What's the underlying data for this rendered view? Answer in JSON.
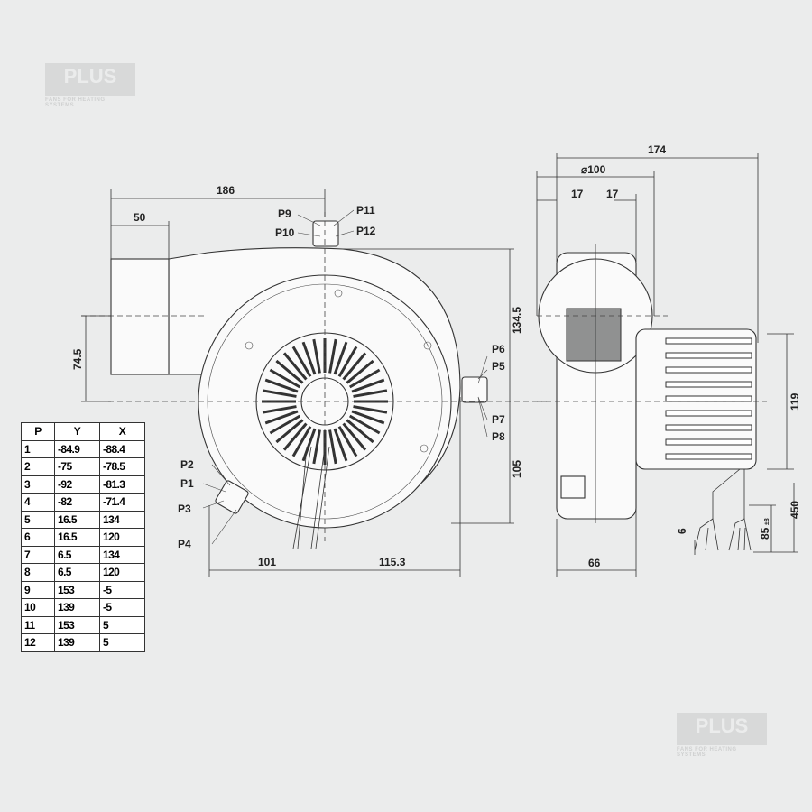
{
  "logo": {
    "mark": "PLUS",
    "tagline": "FANS FOR HEATING SYSTEMS"
  },
  "front_view": {
    "dims": {
      "width_total": "186",
      "inlet_width": "50",
      "inlet_offset": "74.5",
      "height_top": "134.5",
      "height_bottom": "105",
      "left_offset": "101",
      "right_offset": "115.3"
    },
    "points": [
      "P1",
      "P2",
      "P3",
      "P4",
      "P5",
      "P6",
      "P7",
      "P8",
      "P9",
      "P10",
      "P11",
      "P12"
    ]
  },
  "side_view": {
    "dims": {
      "total_depth": "174",
      "diameter": "⌀100",
      "offset_a": "17",
      "offset_b": "17",
      "housing_depth": "66",
      "motor_height": "119",
      "cable_length": "450",
      "lead_length": "85",
      "lead_tolerance": "±8",
      "strip_length": "6"
    }
  },
  "table": {
    "headers": [
      "P",
      "Y",
      "X"
    ],
    "rows": [
      [
        "1",
        "-84.9",
        "-88.4"
      ],
      [
        "2",
        "-75",
        "-78.5"
      ],
      [
        "3",
        "-92",
        "-81.3"
      ],
      [
        "4",
        "-82",
        "-71.4"
      ],
      [
        "5",
        "16.5",
        "134"
      ],
      [
        "6",
        "16.5",
        "120"
      ],
      [
        "7",
        "6.5",
        "134"
      ],
      [
        "8",
        "6.5",
        "120"
      ],
      [
        "9",
        "153",
        "-5"
      ],
      [
        "10",
        "139",
        "-5"
      ],
      [
        "11",
        "153",
        "5"
      ],
      [
        "12",
        "139",
        "5"
      ]
    ]
  }
}
